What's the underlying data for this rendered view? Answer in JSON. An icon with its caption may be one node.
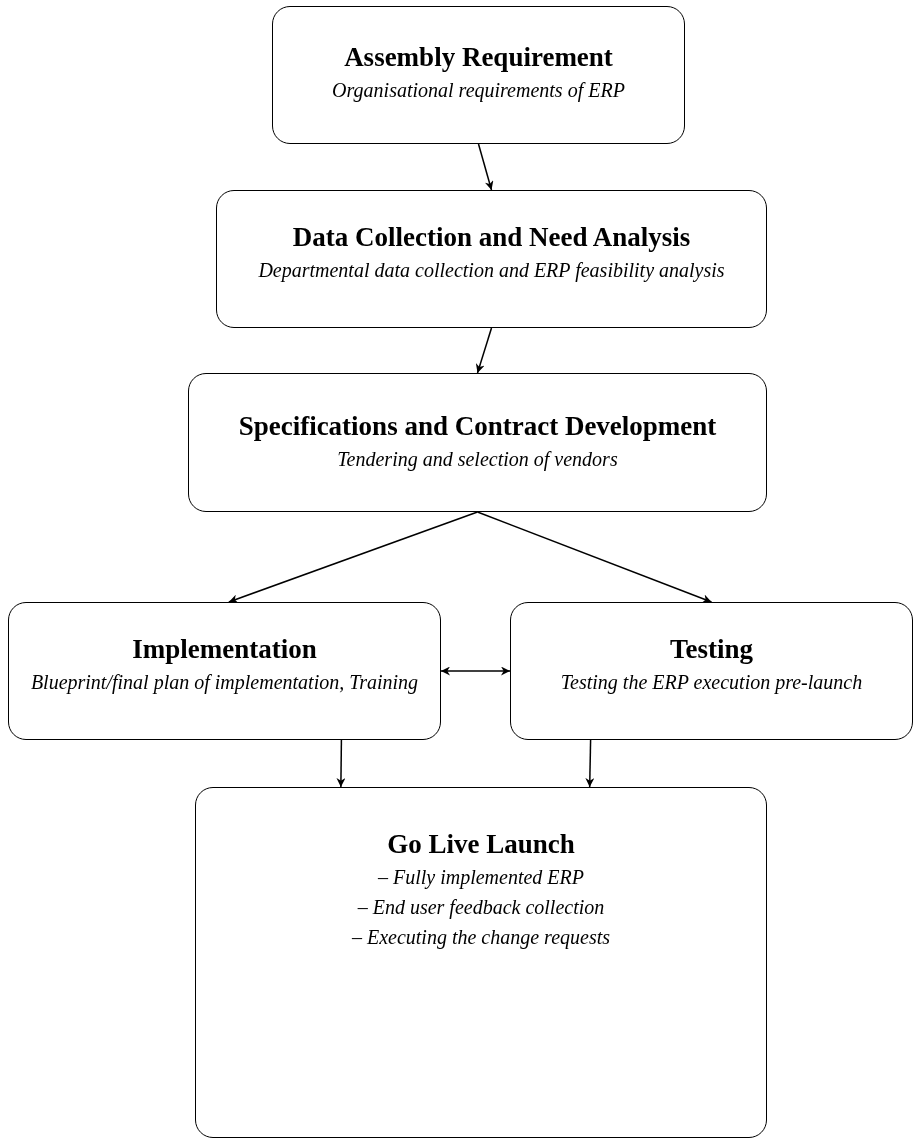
{
  "diagram": {
    "nodes": [
      {
        "text": [
          "Assembly Requirement",
          "Organisational requirements of ERP"
        ]
      },
      {
        "text": [
          "Data Collection and Need Analysis",
          "Departmental data collection and ERP feasibility analysis"
        ]
      },
      {
        "text": [
          "Specifications and Contract Development",
          "Tendering and selection of vendors"
        ]
      },
      {
        "text": [
          "Implementation",
          "Blueprint/final plan of implementation, Training"
        ]
      },
      {
        "text": [
          "Testing",
          "Testing the ERP execution pre-launch"
        ]
      },
      {
        "text": [
          "Go Live Launch",
          "– Fully implemented ERP",
          "– End user feedback collection",
          "– Executing the change requests"
        ]
      }
    ],
    "edges": [
      {
        "from": 0,
        "to": 1,
        "arrow": "to"
      },
      {
        "from": 1,
        "to": 2,
        "arrow": "to"
      },
      {
        "from": 2,
        "to": 3,
        "arrow": "to"
      },
      {
        "from": 2,
        "to": 4,
        "arrow": "to"
      },
      {
        "from": 3,
        "to": 4,
        "arrow": "both"
      },
      {
        "from": 3,
        "to": 5,
        "arrow": "to"
      },
      {
        "from": 4,
        "to": 5,
        "arrow": "to"
      }
    ]
  }
}
